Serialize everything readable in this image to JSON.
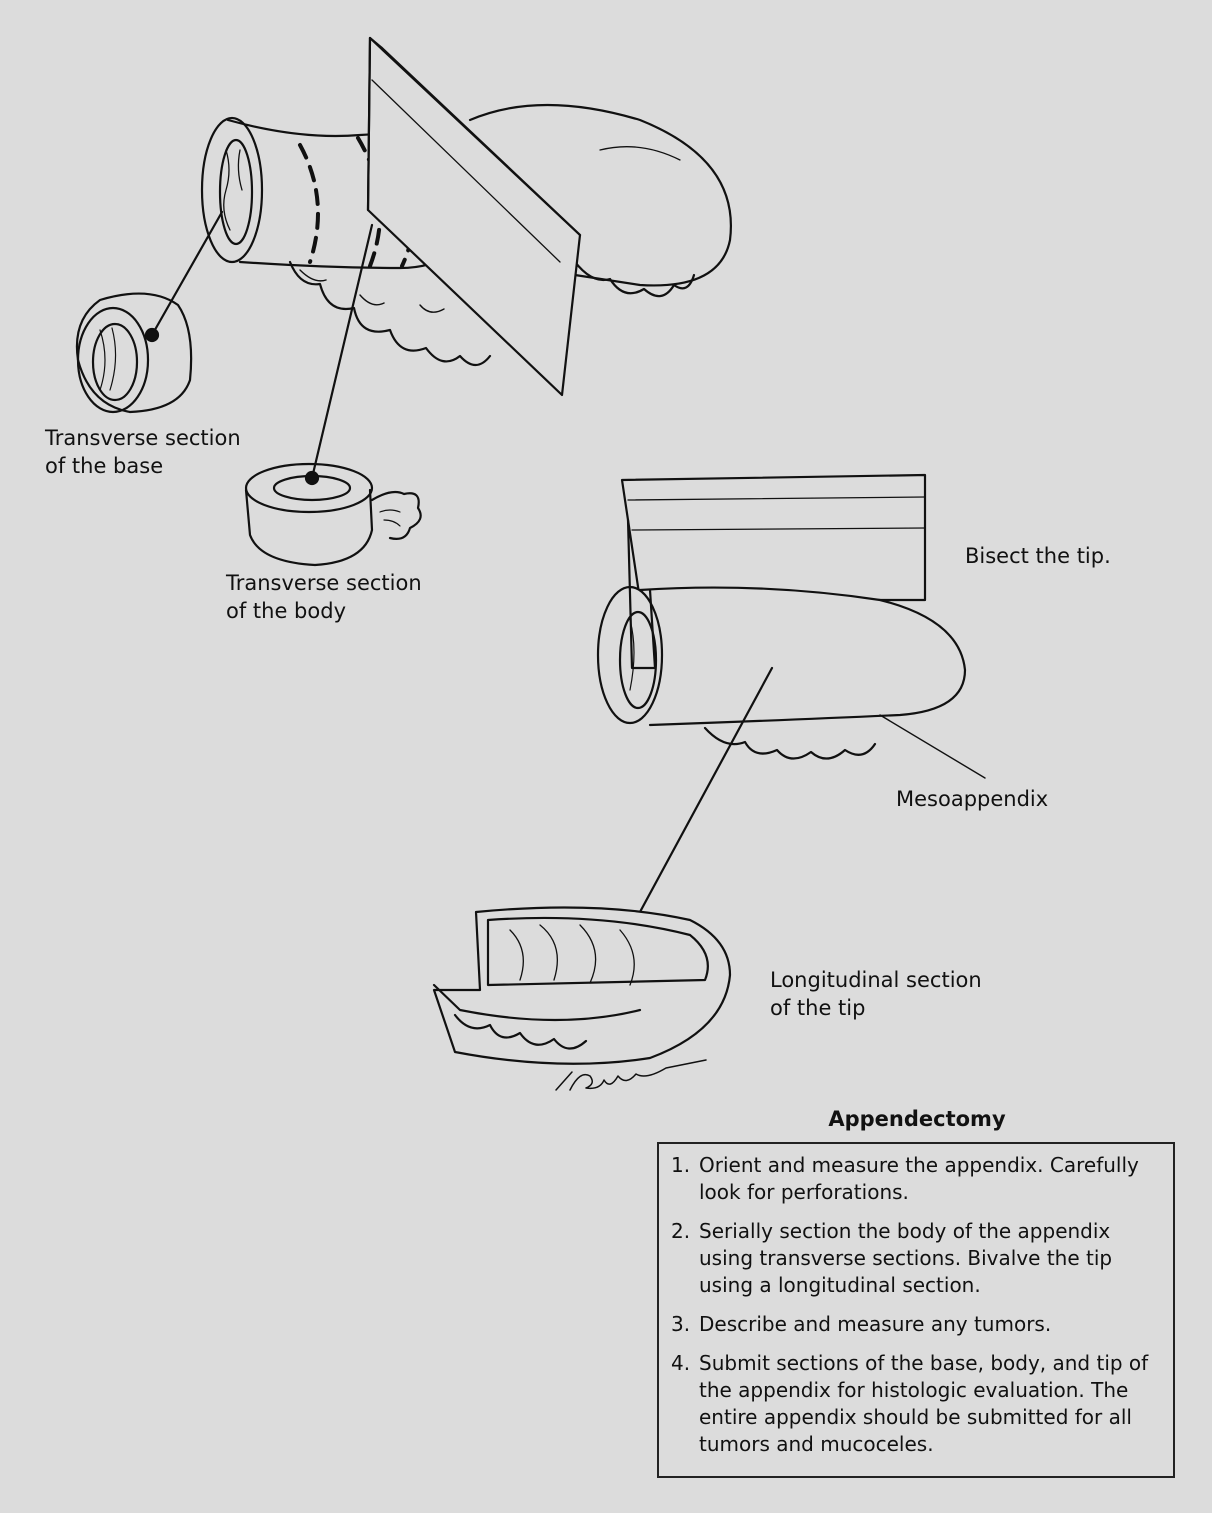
{
  "labels": {
    "transverse_base": "Transverse section\nof the base",
    "transverse_body": "Transverse section\nof the body",
    "bisect_tip": "Bisect the tip.",
    "mesoappendix": "Mesoappendix",
    "longitudinal_tip": "Longitudinal section\nof the tip"
  },
  "box": {
    "title": "Appendectomy",
    "steps": [
      {
        "num": "1.",
        "text": "Orient and measure the appendix. Carefully look for perforations."
      },
      {
        "num": "2.",
        "text": "Serially section the body of the appendix using transverse sections. Bivalve the tip using a longitudinal section."
      },
      {
        "num": "3.",
        "text": "Describe and measure any tumors."
      },
      {
        "num": "4.",
        "text": "Submit sections of the base, body, and tip of the appendix for histologic evaluation. The entire appendix should be submitted for all tumors and mucoceles."
      }
    ]
  },
  "colors": {
    "background": "#dcdcdc",
    "ink": "#111111"
  }
}
